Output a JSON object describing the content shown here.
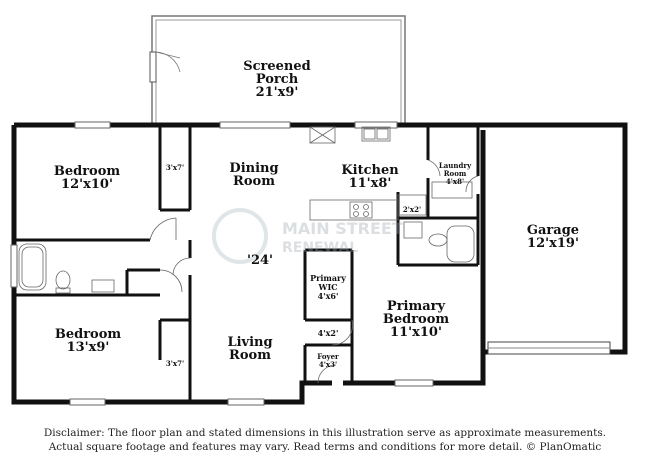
{
  "rooms": {
    "porch": {
      "name1": "Screened",
      "name2": "Porch",
      "dims": "21'x9'"
    },
    "bedroom_top": {
      "name": "Bedroom",
      "dims": "12'x10'"
    },
    "closet_top": {
      "dims": "3'x7'"
    },
    "dining": {
      "name1": "Dining",
      "name2": "Room"
    },
    "kitchen": {
      "name": "Kitchen",
      "dims": "11'x8'"
    },
    "laundry": {
      "name1": "Laundry",
      "name2": "Room",
      "dims": "4'x8'"
    },
    "pantry": {
      "dims": "2'x2'"
    },
    "garage": {
      "name": "Garage",
      "dims": "12'x19'"
    },
    "ceiling_partial": {
      "text": "'24'"
    },
    "primary_wic": {
      "name1": "Primary",
      "name2": "WIC",
      "dims": "4'x6'"
    },
    "primary_bedroom": {
      "name1": "Primary",
      "name2": "Bedroom",
      "dims": "11'x10'"
    },
    "closet_small": {
      "dims": "4'x2'"
    },
    "foyer": {
      "name": "Foyer",
      "dims": "4'x3'"
    },
    "bedroom_bottom": {
      "name": "Bedroom",
      "dims": "13'x9'"
    },
    "closet_bottom": {
      "dims": "3'x7'"
    },
    "living": {
      "name1": "Living",
      "name2": "Room"
    }
  },
  "watermark": {
    "line1": "MAIN STREET",
    "line2": "RENEWAL"
  },
  "disclaimer": {
    "line1": "Disclaimer: The floor plan and stated dimensions in this illustration serve as approximate measurements.",
    "line2": "Actual square footage and features may vary. Read terms and conditions for more detail. © PlanOmatic"
  },
  "colors": {
    "wall": "#111111",
    "thin": "#555555",
    "background": "#ffffff"
  }
}
